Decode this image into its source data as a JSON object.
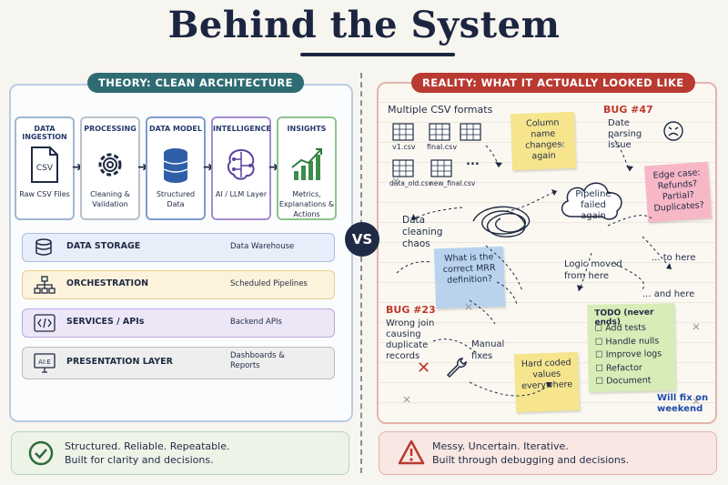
{
  "title": "Behind the System",
  "theory": {
    "header": "THEORY: CLEAN ARCHITECTURE",
    "pipeline": [
      {
        "title": "DATA INGESTION",
        "caption": "Raw CSV Files",
        "icon": "csv-file-icon",
        "icon_text": "CSV"
      },
      {
        "title": "PROCESSING",
        "caption": "Cleaning & Validation",
        "icon": "gear-icon"
      },
      {
        "title": "DATA MODEL",
        "caption": "Structured Data",
        "icon": "database-icon"
      },
      {
        "title": "INTELLIGENCE",
        "caption": "AI / LLM Layer",
        "icon": "brain-chip-icon"
      },
      {
        "title": "INSIGHTS",
        "caption": "Metrics, Explanations & Actions",
        "icon": "bar-chart-icon"
      }
    ],
    "layers": [
      {
        "name": "DATA STORAGE",
        "detail": "Data Warehouse",
        "icon": "database-icon",
        "bg": "#e8eef9",
        "border": "#a9bde4"
      },
      {
        "name": "ORCHESTRATION",
        "detail": "Scheduled Pipelines",
        "icon": "org-chart-icon",
        "bg": "#fdf3dc",
        "border": "#e8cf8a"
      },
      {
        "name": "SERVICES / APIs",
        "detail": "Backend APIs",
        "icon": "code-icon",
        "bg": "#ece6f6",
        "border": "#b9a9dc"
      },
      {
        "name": "PRESENTATION LAYER",
        "detail": "Dashboards & Reports",
        "icon": "monitor-icon",
        "icon_text": "AI:E",
        "bg": "#eeeeee",
        "border": "#bdbdbd"
      }
    ],
    "footer": {
      "line1": "Structured. Reliable. Repeatable.",
      "line2": "Built for clarity and decisions.",
      "icon": "check-circle-icon"
    }
  },
  "vs_label": "VS",
  "reality": {
    "header": "REALITY: WHAT IT ACTUALLY LOOKED LIKE",
    "csv_title": "Multiple CSV formats",
    "csv_files": [
      "v1.csv",
      "final.csv",
      "data_old.csv",
      "new_final.csv"
    ],
    "ellipsis": "...",
    "notes": {
      "column": "Column name changes again",
      "mrr": "What is the correct MRR definition?",
      "hardcoded": "Hard coded values everywhere",
      "edge": "Edge case: Refunds? Partial? Duplicates?"
    },
    "bugs": [
      {
        "id": "BUG #47",
        "text": "Date parsing issue"
      },
      {
        "id": "BUG #23",
        "text": "Wrong join causing duplicate records"
      }
    ],
    "cloud": "Pipeline failed again",
    "labels": {
      "chaos": "Data cleaning chaos",
      "logic": "Logic moved from here",
      "to_here": "... to here",
      "and_here": "... and here",
      "manual": "Manual fixes",
      "weekend": "Will fix on weekend"
    },
    "todo": {
      "title": "TODO (never ends)",
      "items": [
        "Add tests",
        "Handle nulls",
        "Improve logs",
        "Refactor",
        "Document"
      ]
    },
    "footer": {
      "line1": "Messy. Uncertain. Iterative.",
      "line2": "Built through debugging and decisions.",
      "icon": "warning-icon"
    }
  },
  "colors": {
    "navy": "#1f2a44",
    "teal": "#2f6b73",
    "red": "#b83a31",
    "yellow_note": "#f6e58d",
    "pink_note": "#f7b7c6",
    "blue_note": "#b9d3ef",
    "green_note": "#d7ecb7"
  }
}
